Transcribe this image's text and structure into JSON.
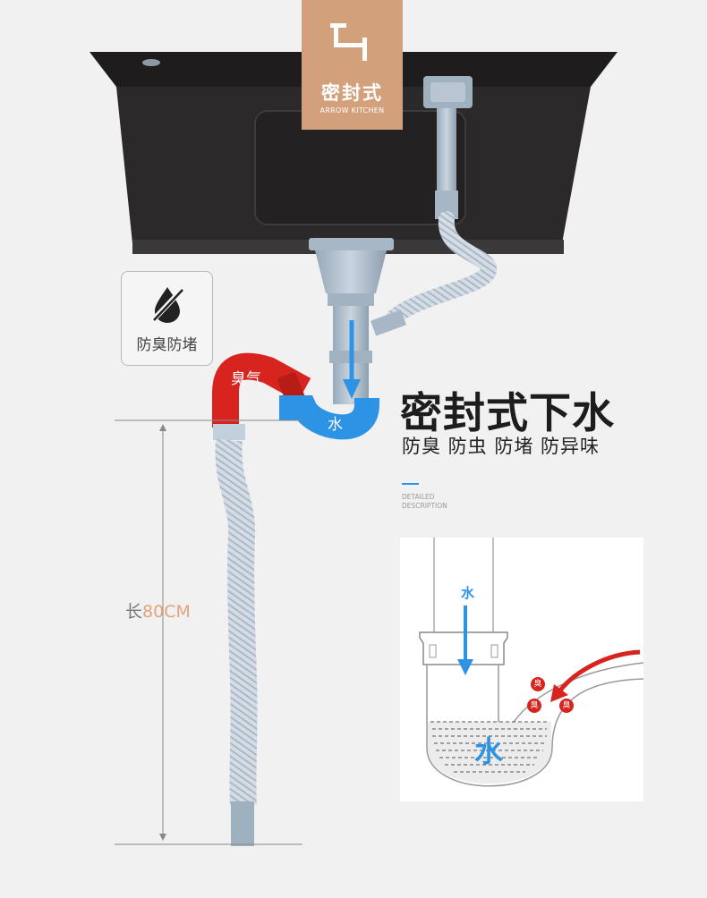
{
  "badge": {
    "title": "密封式",
    "subtitle": "ARROW KITCHEN"
  },
  "feature": {
    "icon": "no-odor-drop-icon",
    "label": "防臭防堵"
  },
  "headline": {
    "title": "密封式下水",
    "subtitle": "防臭 防虫 防堵 防异味"
  },
  "detail": {
    "line1": "DETAILED",
    "line2": "DESCRIPTION"
  },
  "illustration": {
    "odor_label": "臭气",
    "water_label": "水"
  },
  "length": {
    "prefix": "长",
    "value": "80CM"
  },
  "diagram": {
    "water_label": "水",
    "water_big_label": "水",
    "odor_dots": [
      "臭",
      "臭",
      "臭"
    ]
  },
  "colors": {
    "accent_blue": "#2d93e5",
    "odor_red": "#d8241f",
    "badge_tan": "#d3a07c",
    "length_orange": "#e0a57b"
  }
}
